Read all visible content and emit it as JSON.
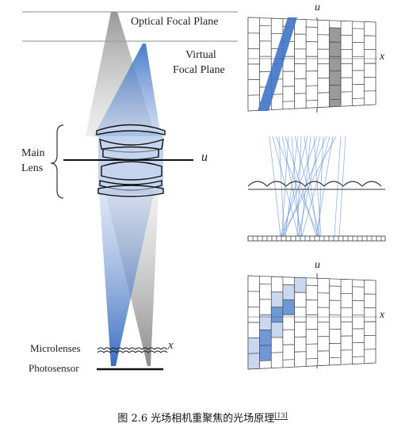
{
  "labels": {
    "optical_focal_plane": "Optical Focal Plane",
    "virtual_focal_plane_line1": "Virtual",
    "virtual_focal_plane_line2": "Focal Plane",
    "main_lens_line1": "Main",
    "main_lens_line2": "Lens",
    "u_main": "u",
    "microlenses": "Microlenses",
    "x_main": "x",
    "photosensor": "Photosensor",
    "u_top_panel": "u",
    "x_top_panel": "x",
    "u_bottom_panel": "u",
    "x_bottom_panel": "x"
  },
  "caption": {
    "text": "图 2.6  光场相机重聚焦的光场原理",
    "ref": "[13]"
  },
  "colors": {
    "blue_ray": "#4a7fcf",
    "gray_ray": "#8a8a8a",
    "dark_gray_cell": "#9a9a9a",
    "light_blue_cell": "#c9d8ef",
    "mid_blue_cell": "#6e98d6"
  }
}
